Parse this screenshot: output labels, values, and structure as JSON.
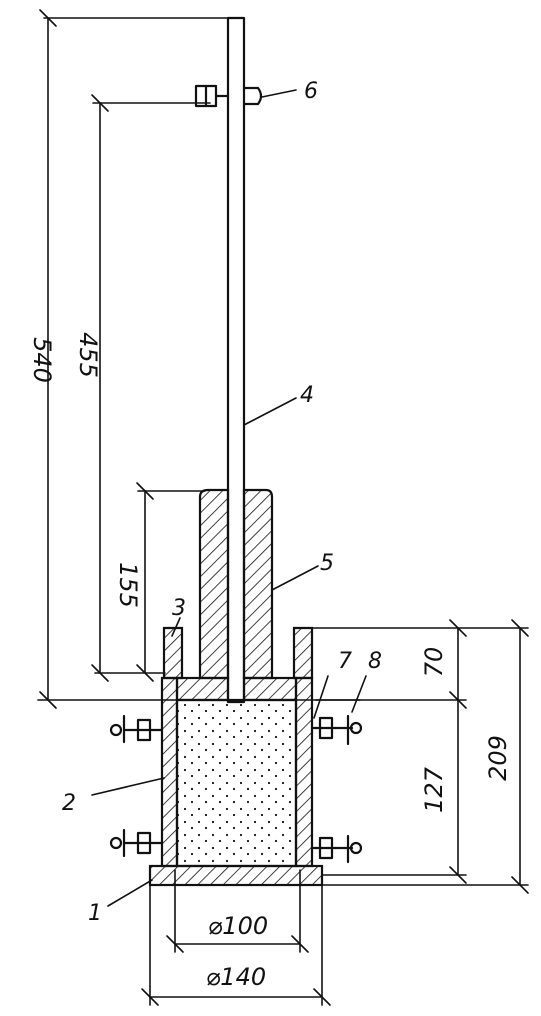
{
  "dimensions": {
    "total_height": "540",
    "rod_to_clamp": "455",
    "weight_height": "155",
    "collar_height": "70",
    "mold_height": "127",
    "overall_height": "209",
    "inner_diameter": "⌀100",
    "outer_diameter": "⌀140"
  },
  "part_labels": {
    "p1": "1",
    "p2": "2",
    "p3": "3",
    "p4": "4",
    "p5": "5",
    "p6": "6",
    "p7": "7",
    "p8": "8"
  }
}
